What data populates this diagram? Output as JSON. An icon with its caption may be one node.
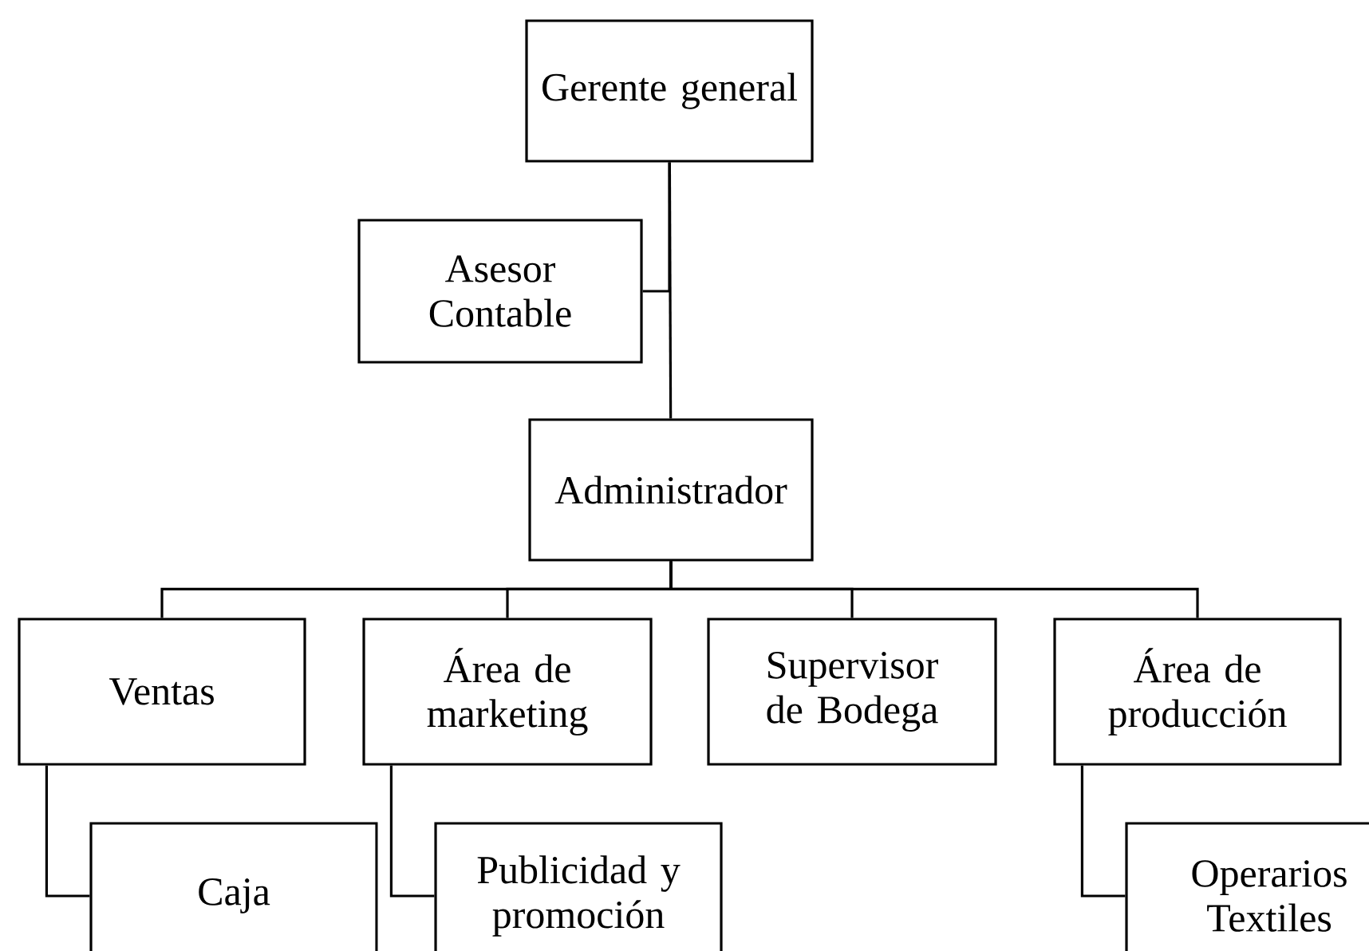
{
  "diagram": {
    "nodes": [
      {
        "text": [
          "Gerente general"
        ]
      },
      {
        "text": [
          "Asesor Contable"
        ]
      },
      {
        "text": [
          "Administrador"
        ]
      },
      {
        "text": [
          "Ventas"
        ]
      },
      {
        "text": [
          "Área de marketing"
        ]
      },
      {
        "text": [
          "Supervisor de Bodega"
        ]
      },
      {
        "text": [
          "Área de producción"
        ]
      },
      {
        "text": [
          "Caja"
        ]
      },
      {
        "text": [
          "Publicidad y promoción"
        ]
      },
      {
        "text": [
          "Operarios Textiles"
        ]
      }
    ],
    "edges": [
      {
        "from": 0,
        "to": 1,
        "arrow": "none"
      },
      {
        "from": 0,
        "to": 2,
        "arrow": "none"
      },
      {
        "from": 2,
        "to": 3,
        "arrow": "none"
      },
      {
        "from": 2,
        "to": 4,
        "arrow": "none"
      },
      {
        "from": 2,
        "to": 5,
        "arrow": "none"
      },
      {
        "from": 2,
        "to": 6,
        "arrow": "none"
      },
      {
        "from": 3,
        "to": 7,
        "arrow": "none"
      },
      {
        "from": 4,
        "to": 8,
        "arrow": "none"
      },
      {
        "from": 6,
        "to": 9,
        "arrow": "none"
      }
    ]
  }
}
